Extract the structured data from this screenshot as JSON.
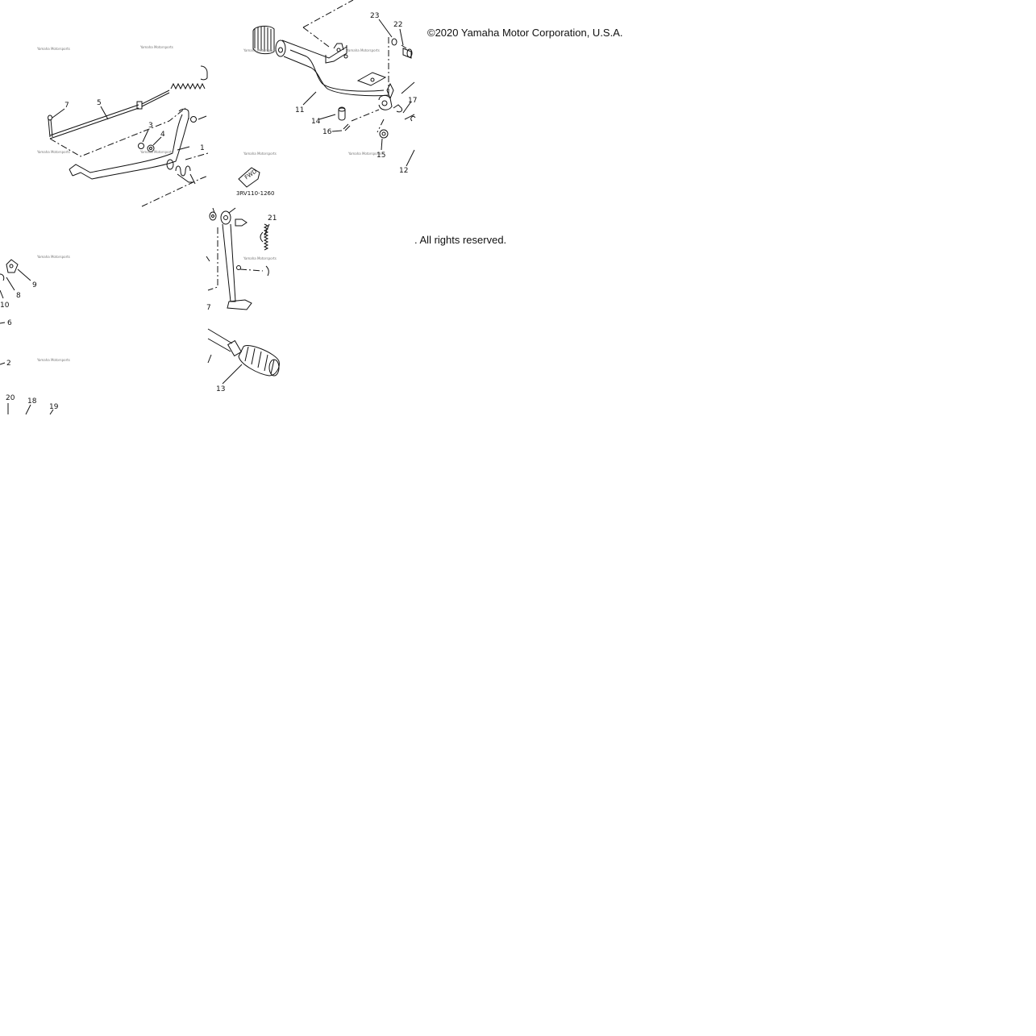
{
  "copyright": "©2020 Yamaha Motor Corporation, U.S.A.",
  "rights": ". All rights reserved.",
  "diagram": {
    "code": "3RV110-1260",
    "fwd_label": "FWD",
    "watermark": "Yamaha Motorsports",
    "callouts": {
      "c1": "1",
      "c2": "2",
      "c3": "3",
      "c4": "4",
      "c5": "5",
      "c6": "6",
      "c7a": "7",
      "c7b": "7",
      "c8": "8",
      "c9": "9",
      "c10": "10",
      "c11": "11",
      "c12": "12",
      "c13": "13",
      "c14": "14",
      "c15": "15",
      "c16": "16",
      "c17": "17",
      "c18": "18",
      "c19": "19",
      "c20": "20",
      "c21": "21",
      "c22": "22",
      "c23": "23"
    }
  }
}
